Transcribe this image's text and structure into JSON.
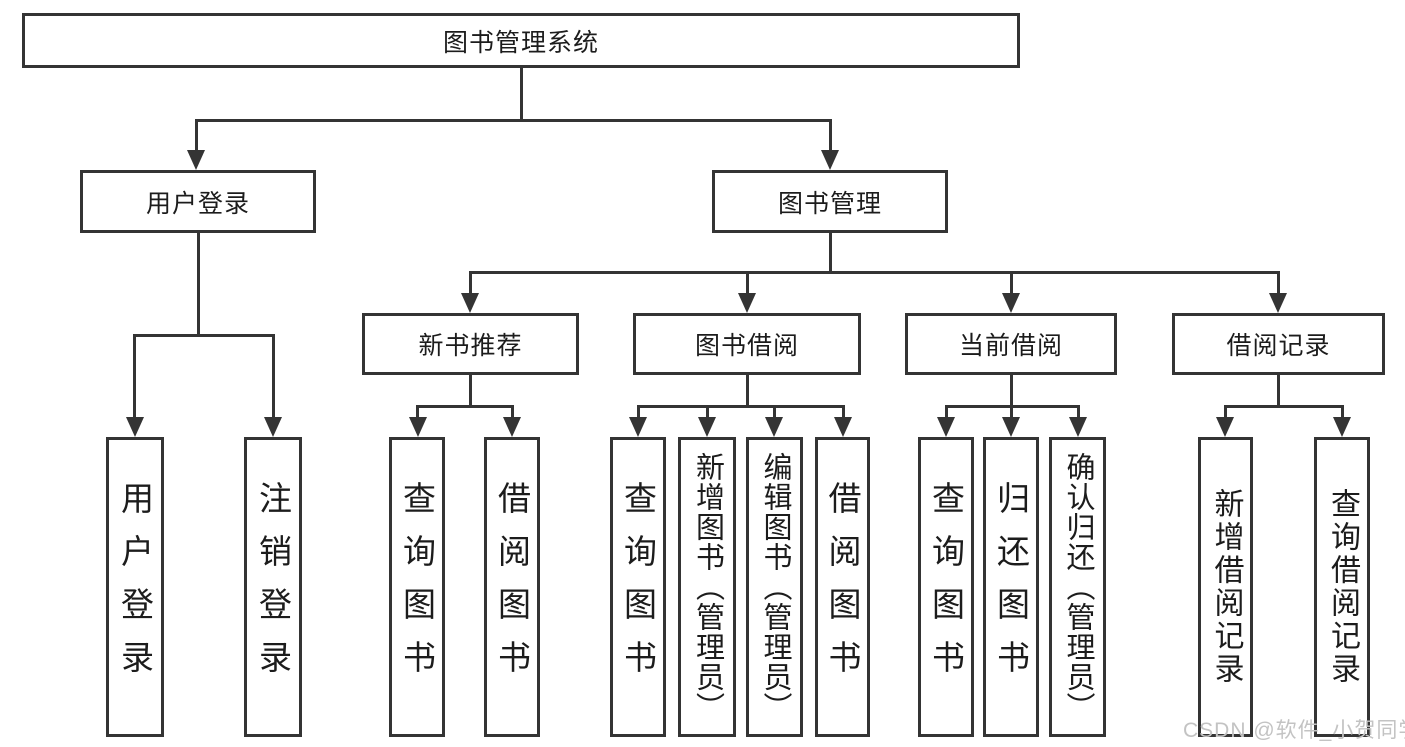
{
  "diagram": {
    "title": "图书管理系统",
    "type": "functional-structure-tree",
    "watermark": "CSDN @软件_小贺同学",
    "colors": {
      "background": "#ffffff",
      "border": "#343434",
      "text": "#1c1c1c",
      "watermark": "#c3c3c3"
    },
    "tree": {
      "label": "图书管理系统",
      "children": [
        {
          "label": "用户登录",
          "children": [
            {
              "label": "用户登录"
            },
            {
              "label": "注销登录"
            }
          ]
        },
        {
          "label": "图书管理",
          "children": [
            {
              "label": "新书推荐",
              "children": [
                {
                  "label": "查询图书"
                },
                {
                  "label": "借阅图书"
                }
              ]
            },
            {
              "label": "图书借阅",
              "children": [
                {
                  "label": "查询图书"
                },
                {
                  "label": "新增图书（管理员）"
                },
                {
                  "label": "编辑图书（管理员）"
                },
                {
                  "label": "借阅图书"
                }
              ]
            },
            {
              "label": "当前借阅",
              "children": [
                {
                  "label": "查询图书"
                },
                {
                  "label": "归还图书"
                },
                {
                  "label": "确认归还（管理员）"
                }
              ]
            },
            {
              "label": "借阅记录",
              "children": [
                {
                  "label": "新增借阅记录"
                },
                {
                  "label": "查询借阅记录"
                }
              ]
            }
          ]
        }
      ]
    }
  }
}
